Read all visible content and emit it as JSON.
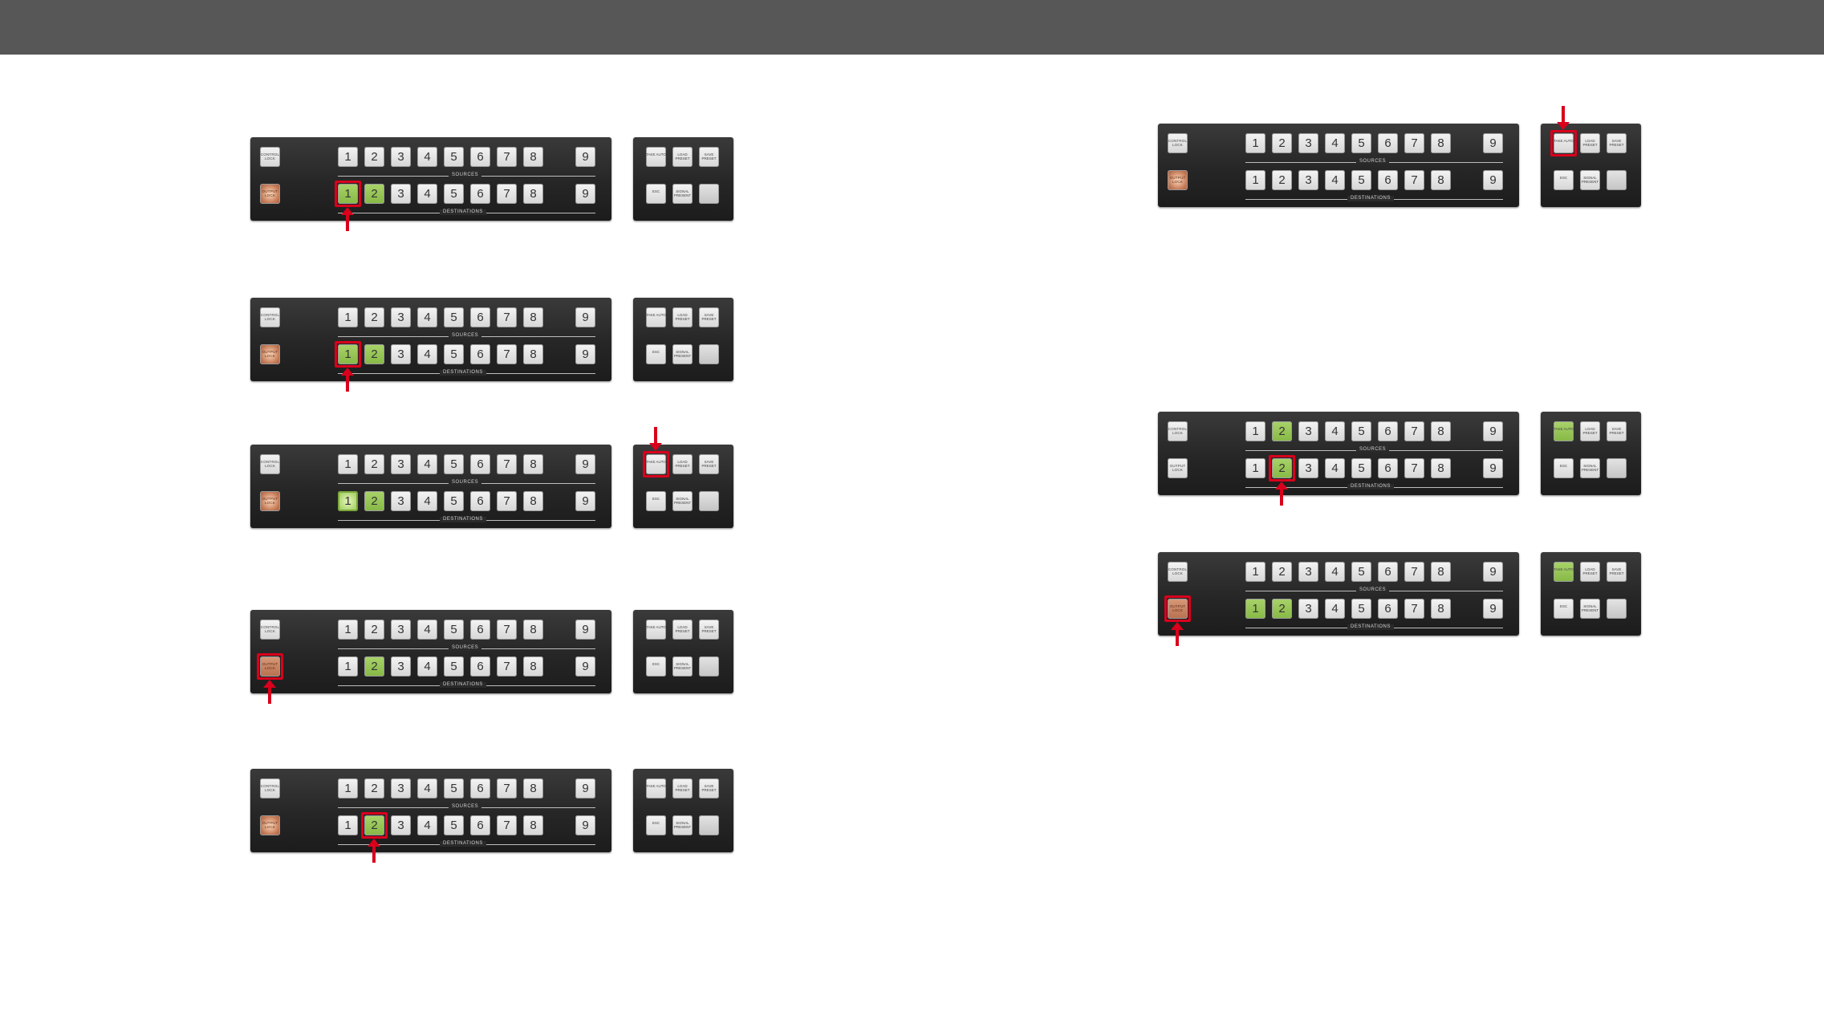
{
  "labels": {
    "sources": "SOURCES",
    "destinations": "DESTINATIONS",
    "control_lock": "CONTROL LOCK",
    "output_lock": "OUTPUT LOCK",
    "take_auto": "TAKE AUTO",
    "load_preset": "LOAD PRESET",
    "save_preset": "SAVE PRESET",
    "esc": "ESC",
    "signal_present": "SIGNAL PRESENT"
  },
  "buttons": [
    "1",
    "2",
    "3",
    "4",
    "5",
    "6",
    "7",
    "8"
  ],
  "last_button": "9",
  "colors": {
    "active_green": "#9bc95a",
    "lock_orange": "#c47a56",
    "highlight_red": "#d9001c",
    "panel": "#262626"
  },
  "steps": [
    {
      "id": 1,
      "green_dst": [
        1,
        2
      ],
      "green_src": [],
      "blink_dst": [],
      "lock": "blink",
      "lock_label": "output_lock",
      "highlight": "dst-1",
      "arrow": "up",
      "take_green": false
    },
    {
      "id": 2,
      "green_dst": [
        1,
        2
      ],
      "green_src": [],
      "blink_dst": [],
      "lock": "blink",
      "lock_label": "output_lock",
      "highlight": "dst-1",
      "arrow": "up",
      "take_green": false
    },
    {
      "id": 3,
      "green_dst": [
        2
      ],
      "green_src": [],
      "blink_dst": [
        1
      ],
      "lock": "blink",
      "lock_label": "output_lock",
      "highlight": "take",
      "arrow": "down",
      "take_green": false
    },
    {
      "id": 4,
      "green_dst": [
        2
      ],
      "green_src": [],
      "blink_dst": [],
      "lock": "solid",
      "lock_label": "output_lock",
      "highlight": "lock",
      "arrow": "up",
      "take_green": false
    },
    {
      "id": 5,
      "green_dst": [
        2
      ],
      "green_src": [],
      "blink_dst": [],
      "lock": "blink",
      "lock_label": "output_lock",
      "highlight": "dst-2",
      "arrow": "up",
      "take_green": false
    },
    {
      "id": 6,
      "green_dst": [],
      "green_src": [],
      "blink_dst": [],
      "lock": "blink",
      "lock_label": "output_lock",
      "highlight": "take",
      "arrow": "down",
      "take_green": false
    },
    {
      "id": 7,
      "green_dst": [
        2
      ],
      "green_src": [
        2
      ],
      "blink_dst": [],
      "lock": "none",
      "lock_label": "output_lock",
      "highlight": "dst-2",
      "arrow": "up",
      "take_green": true
    },
    {
      "id": 8,
      "green_dst": [
        1,
        2
      ],
      "green_src": [],
      "blink_dst": [],
      "lock": "solid",
      "lock_label": "output_lock",
      "highlight": "lock",
      "arrow": "up",
      "take_green": true
    }
  ]
}
